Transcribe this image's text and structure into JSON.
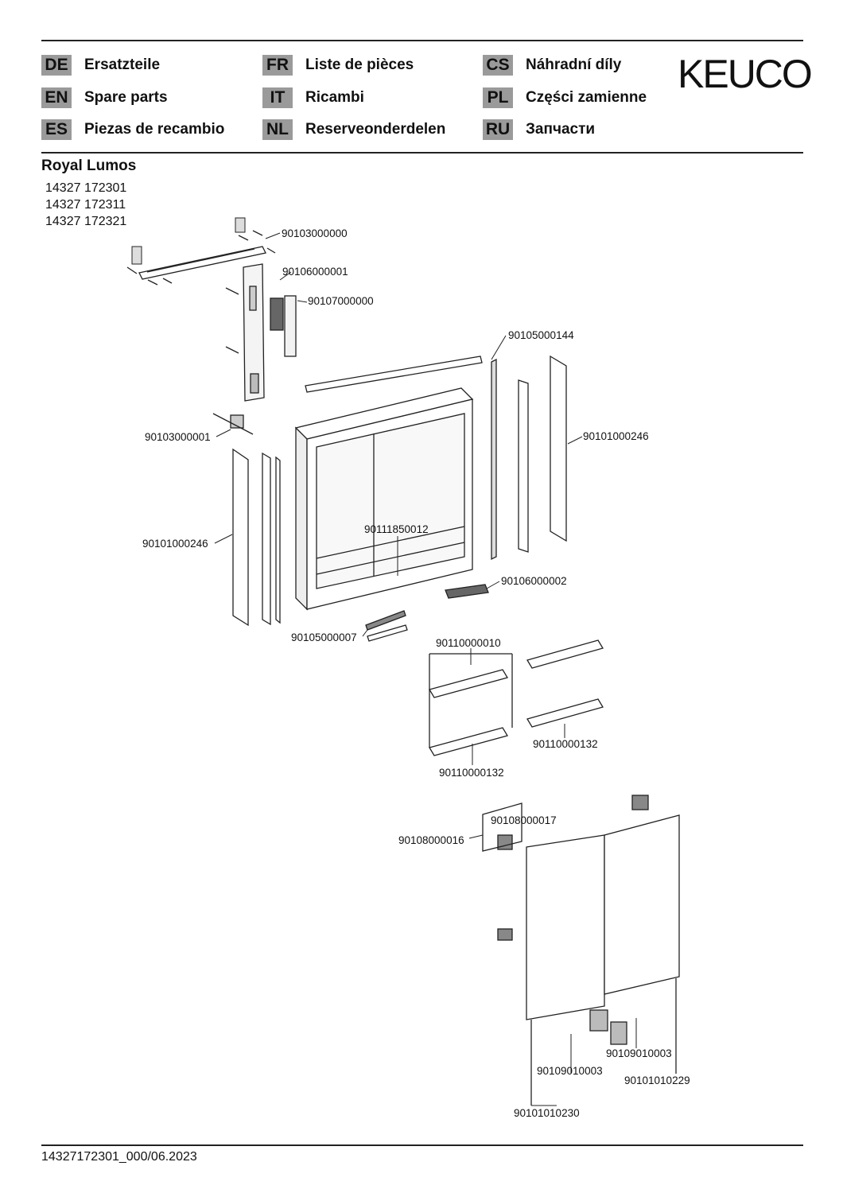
{
  "languages": [
    {
      "code": "DE",
      "label": "Ersatzteile"
    },
    {
      "code": "FR",
      "label": "Liste de pièces"
    },
    {
      "code": "CS",
      "label": "Náhradní díly"
    },
    {
      "code": "EN",
      "label": "Spare parts"
    },
    {
      "code": "IT",
      "label": "Ricambi"
    },
    {
      "code": "PL",
      "label": "Części zamienne"
    },
    {
      "code": "ES",
      "label": "Piezas de recambio"
    },
    {
      "code": "NL",
      "label": "Reserveonderdelen"
    },
    {
      "code": "RU",
      "label": "Запчасти"
    }
  ],
  "brand": "KEUCO",
  "product": {
    "name": "Royal Lumos",
    "article_numbers": [
      "14327 172301",
      "14327 172311",
      "14327 172321"
    ]
  },
  "parts": [
    "90103000000",
    "90106000001",
    "90107000000",
    "90105000144",
    "90101000246",
    "90103000001",
    "90101000246",
    "90111850012",
    "90106000002",
    "90105000007",
    "90110000010",
    "90110000132",
    "90110000132",
    "90108000017",
    "90108000016",
    "90109010003",
    "90109010003",
    "90101010229",
    "90101010230"
  ],
  "footer": "14327172301_000/06.2023"
}
